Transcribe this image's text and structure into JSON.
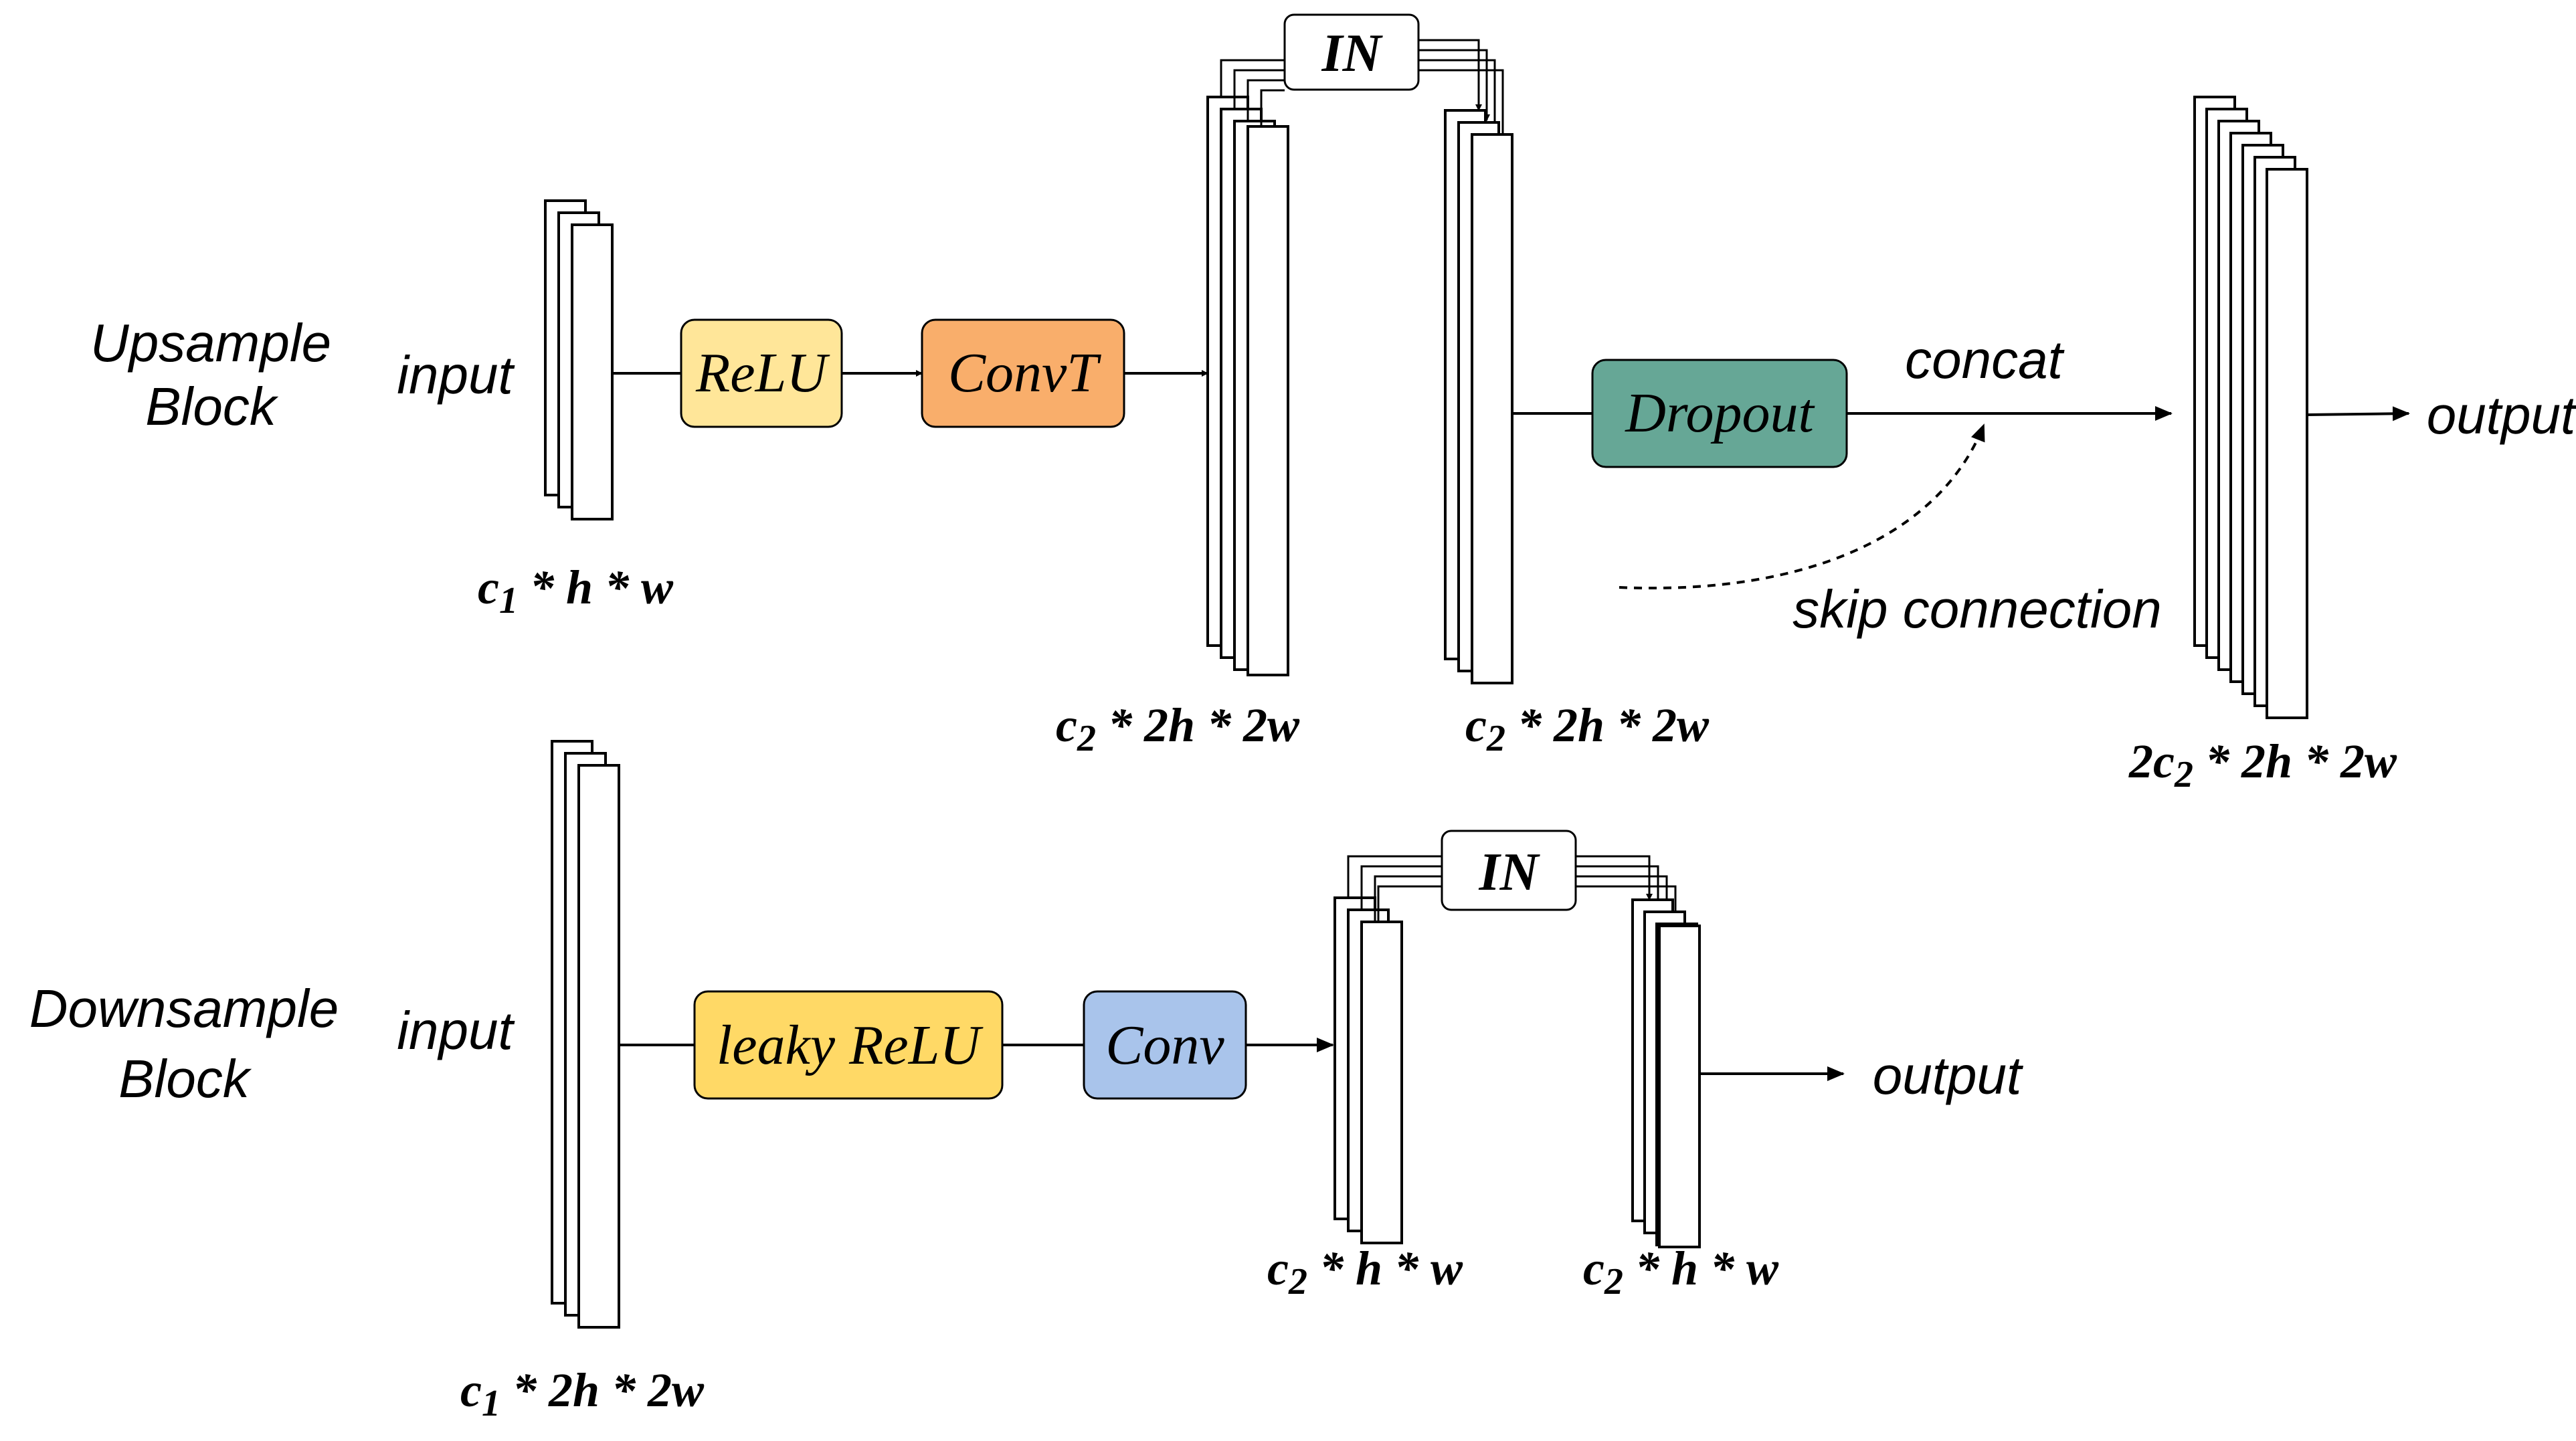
{
  "upsample": {
    "title_line1": "Upsample",
    "title_line2": "Block",
    "input_label": "input",
    "relu_label": "ReLU",
    "convt_label": "ConvT",
    "in_label": "IN",
    "dropout_label": "Dropout",
    "concat_label": "concat",
    "skip_label": "skip connection",
    "output_label": "output",
    "dim_input": {
      "base": "c",
      "sub": "1",
      "rest": " * h * w"
    },
    "dim_convt": {
      "base": "c",
      "sub": "2",
      "rest": " * 2h * 2w"
    },
    "dim_in": {
      "base": "c",
      "sub": "2",
      "rest": " * 2h * 2w"
    },
    "dim_output": {
      "base": "2c",
      "sub": "2",
      "rest": " * 2h * 2w"
    }
  },
  "downsample": {
    "title_line1": "Downsample",
    "title_line2": "Block",
    "input_label": "input",
    "leaky_label": "leaky ReLU",
    "conv_label": "Conv",
    "in_label": "IN",
    "output_label": "output",
    "dim_input": {
      "base": "c",
      "sub": "1",
      "rest": " * 2h * 2w"
    },
    "dim_conv": {
      "base": "c",
      "sub": "2",
      "rest": " * h * w"
    },
    "dim_in": {
      "base": "c",
      "sub": "2",
      "rest": " * h * w"
    }
  },
  "colors": {
    "relu": "#FFE699",
    "convt": "#F9AE6B",
    "dropout": "#66A796",
    "leaky_relu": "#FFD966",
    "conv": "#A9C4EB",
    "in_box": "#FFFFFF"
  }
}
